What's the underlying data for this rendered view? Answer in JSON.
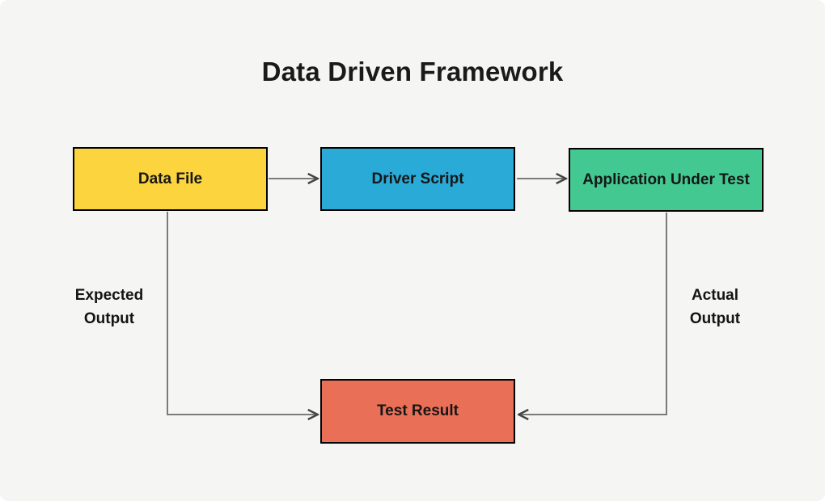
{
  "title": "Data Driven Framework",
  "canvas": {
    "background_color": "#F5F5F3",
    "connector_color": "#7B7B7B",
    "border_color": "#000000",
    "text_color": "#1A1A1A"
  },
  "nodes": {
    "data_file": {
      "label": "Data File",
      "color": "#FCD43E"
    },
    "driver_script": {
      "label": "Driver Script",
      "color": "#2AAAD6"
    },
    "application_under_test": {
      "label": "Application Under Test",
      "color": "#43C892"
    },
    "test_result": {
      "label": "Test Result",
      "color": "#E96F57"
    }
  },
  "edge_labels": {
    "expected_output": "Expected Output",
    "actual_output": "Actual Output"
  }
}
